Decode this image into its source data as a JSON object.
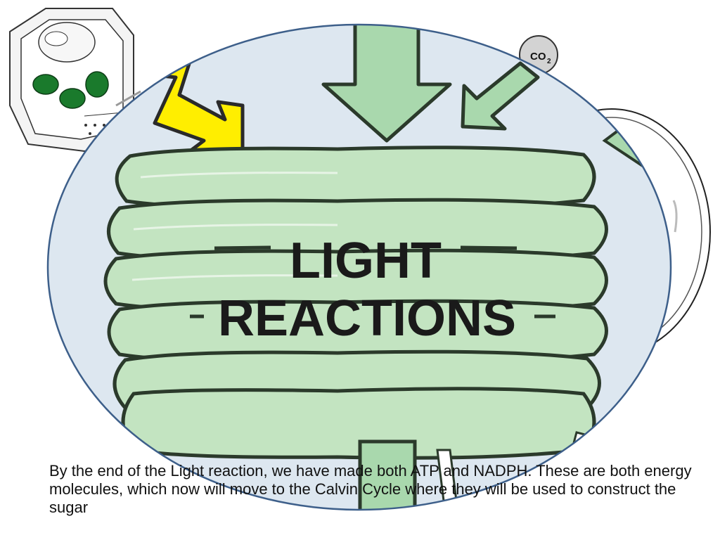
{
  "diagram": {
    "co2_label": "CO",
    "co2_subscript": "2",
    "light_reactions_line1": "LIGHT",
    "light_reactions_line2": "REACTIONS"
  },
  "caption": {
    "text": "By the end of the Light reaction, we have made both ATP and NADPH.  These are both energy molecules, which now will move to the Calvin Cycle where they will be used to construct the sugar"
  },
  "colors": {
    "membrane_fill": "#c3e4c1",
    "membrane_stroke": "#2b3a2b",
    "arrow_fill": "#a9d8ad",
    "lightning": "#ffee00",
    "circle_fill": "#dde7f0",
    "circle_stroke": "#3d5f8a",
    "chloroplast": "#1a7a2c"
  }
}
